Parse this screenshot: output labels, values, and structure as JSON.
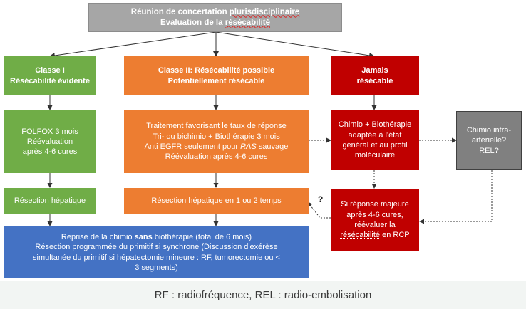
{
  "title_box": {
    "line1_prefix": "Réunion de concertation ",
    "line1_underlined": "plurisdisciplinaire",
    "line2_prefix": "Evaluation de la ",
    "line2_underlined": "résécabilité"
  },
  "classes": {
    "class1": {
      "line1": "Classe I",
      "line2": "Résécabilité évidente"
    },
    "class2": {
      "line1": "Classe II: Résécabilité possible",
      "line2": "Potentiellement résécable"
    },
    "class3": {
      "line1": "Jamais",
      "line2": "résécable"
    }
  },
  "treatments": {
    "green": {
      "line1": "FOLFOX 3 mois",
      "line2": "Réévaluation",
      "line3": "après 4-6 cures"
    },
    "orange": {
      "line1": "Traitement favorisant le taux de réponse",
      "line2_prefix": "Tri- ou ",
      "line2_underlined": "bichimio",
      "line2_suffix": " + Biothérapie 3 mois",
      "line3_prefix": "Anti EGFR seulement pour ",
      "line3_italic": "RAS",
      "line3_suffix": " sauvage",
      "line4": "Réévaluation après 4-6 cures"
    },
    "red": {
      "line1": "Chimio + Biothérapie",
      "line2": "adaptée à l'état",
      "line3": "général et au profil",
      "line4": "moléculaire"
    }
  },
  "side_box": {
    "line1": "Chimio intra-",
    "line2": "artérielle?",
    "line3": "REL?"
  },
  "resection": {
    "green": "Résection hépatique",
    "orange": "Résection hépatique en 1 ou 2 temps"
  },
  "red_response": {
    "line1": "Si réponse majeure",
    "line2": "après 4-6 cures,",
    "line3": "réévaluer la",
    "line4_underlined": "résécabilité",
    "line4_suffix": " en RCP"
  },
  "question_mark": "?",
  "final_box": {
    "line1_prefix": "Reprise de la chimio ",
    "line1_bold": "sans",
    "line1_suffix": " biothérapie (total de 6 mois)",
    "line2": "Résection programmée du primitif si synchrone (Discussion d'exérèse",
    "line3_prefix": "simultanée du primitif si hépatectomie mineure : RF, tumorectomie ou ",
    "line3_underlined": "<",
    "line4": "3 segments)"
  },
  "caption": "RF : radiofréquence, REL : radio-embolisation",
  "colors": {
    "gray": "#a6a6a6",
    "green": "#70ad47",
    "orange": "#ed7d31",
    "red": "#c00000",
    "blue": "#4472c4",
    "dark_gray": "#808080"
  }
}
